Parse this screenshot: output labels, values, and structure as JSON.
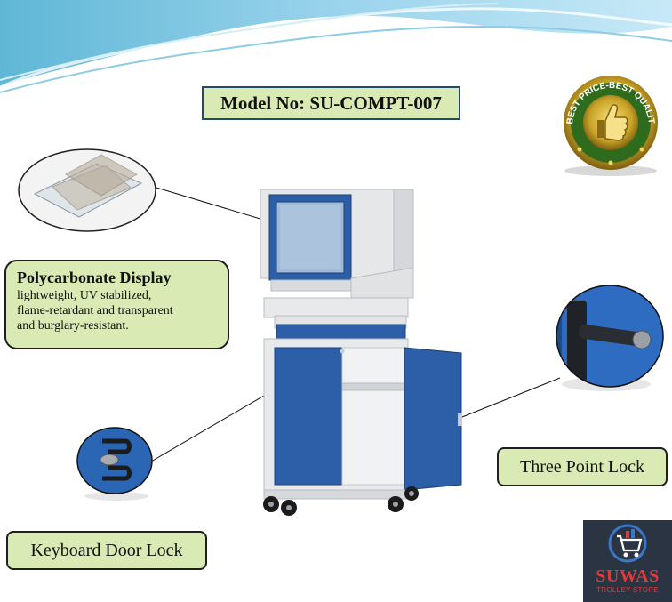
{
  "model_label": "Model No: SU-COMPT-007",
  "features": {
    "polycarbonate": {
      "title": "Polycarbonate Display",
      "description_lines": [
        "lightweight, UV stabilized,",
        "flame-retardant and transparent",
        "and burglary-resistant."
      ]
    },
    "three_point_lock": "Three Point Lock",
    "keyboard_door_lock": "Keyboard Door Lock"
  },
  "badge": {
    "text": "BEST PRICE-BEST QUALITY",
    "icon": "thumbs-up-icon"
  },
  "logo": {
    "name": "SUWAS",
    "subtitle": "TROLLEY STORE",
    "icon": "shopping-cart-icon"
  },
  "colors": {
    "cabinet_blue": "#2d5fa8",
    "cabinet_grey": "#e6e7e9",
    "label_bg": "#d9eab4",
    "badge_gold": "#c9a227",
    "badge_green": "#3d7a24",
    "logo_bg": "#2b3442",
    "logo_red": "#e13a3a"
  }
}
